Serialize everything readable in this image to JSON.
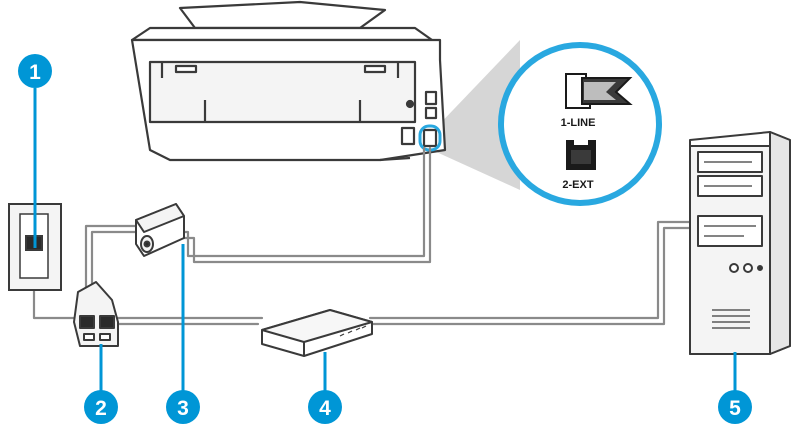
{
  "colors": {
    "callout": "#0096d6",
    "zoom_ring": "#29a8e0",
    "cable": "#8a8a8a",
    "outline": "#3a3a3a",
    "device_fill": "#f4f4f4",
    "highlight_cone": "#cfcfcf"
  },
  "zoom_inset": {
    "line_port_label": "1-LINE",
    "ext_port_label": "2-EXT"
  },
  "callouts": [
    {
      "number": "1"
    },
    {
      "number": "2"
    },
    {
      "number": "3"
    },
    {
      "number": "4"
    },
    {
      "number": "5"
    }
  ],
  "icons": [
    "wall-jack-icon",
    "splitter-icon",
    "dsl-filter-icon",
    "dsl-modem-icon",
    "computer-tower-icon",
    "printer-icon",
    "phone-jack-icon"
  ]
}
